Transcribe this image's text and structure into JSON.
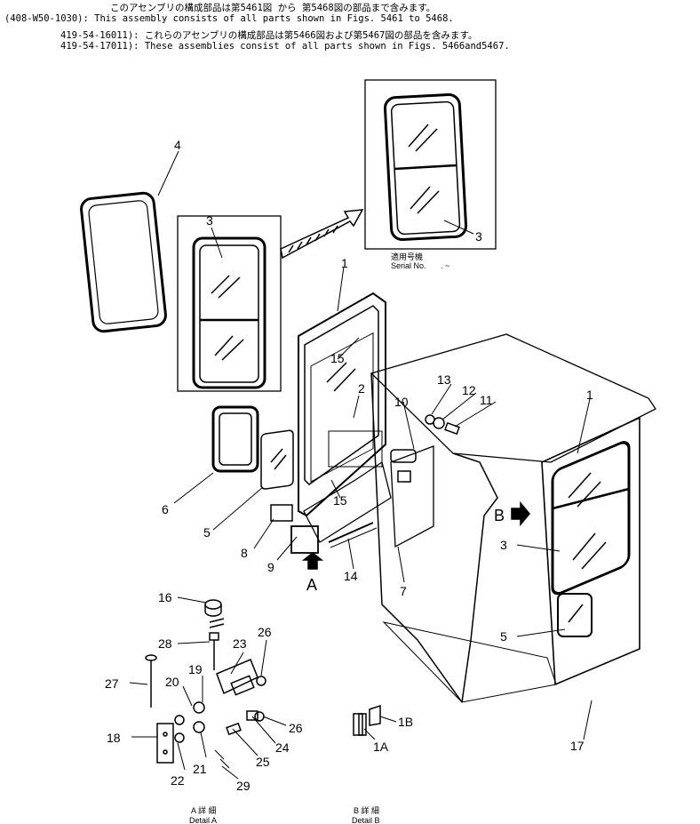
{
  "header": {
    "line1": "このアセンブリの構成部品は第5461図 から 第5468図の部品まで含みます。",
    "line2": "(408-W50-1030): This assembly consists of all parts shown in Figs. 5461 to 5468.",
    "line3": "419-54-16011): これらのアセンブリの構成部品は第5466図および第5467図の部品を含みます。",
    "line4": "419-54-17011): These assemblies consist of all parts shown in Figs. 5466and5467."
  },
  "serial": {
    "jp": "適用号機",
    "en": "Serial No."
  },
  "view_labels": {
    "a": "A",
    "b": "B"
  },
  "details": {
    "a_jp": "A 詳 細",
    "a_en": "Detail A",
    "b_jp": "B 詳 細",
    "b_en": "Detail B"
  },
  "callouts": {
    "c1": "1",
    "c1b": "1",
    "c2": "2",
    "c3a": "3",
    "c3b": "3",
    "c3c": "3",
    "c4": "4",
    "c5": "5",
    "c5b": "5",
    "c6": "6",
    "c7": "7",
    "c8": "8",
    "c9": "9",
    "c10": "10",
    "c11": "11",
    "c12": "12",
    "c13": "13",
    "c14": "14",
    "c15a": "15",
    "c15b": "15",
    "c16": "16",
    "c17": "17",
    "c18": "18",
    "c19": "19",
    "c20": "20",
    "c21": "21",
    "c22": "22",
    "c23": "23",
    "c24": "24",
    "c25": "25",
    "c26a": "26",
    "c26b": "26",
    "c27": "27",
    "c28": "28",
    "c29": "29",
    "c1a": "1A",
    "c1bb": "1B"
  }
}
